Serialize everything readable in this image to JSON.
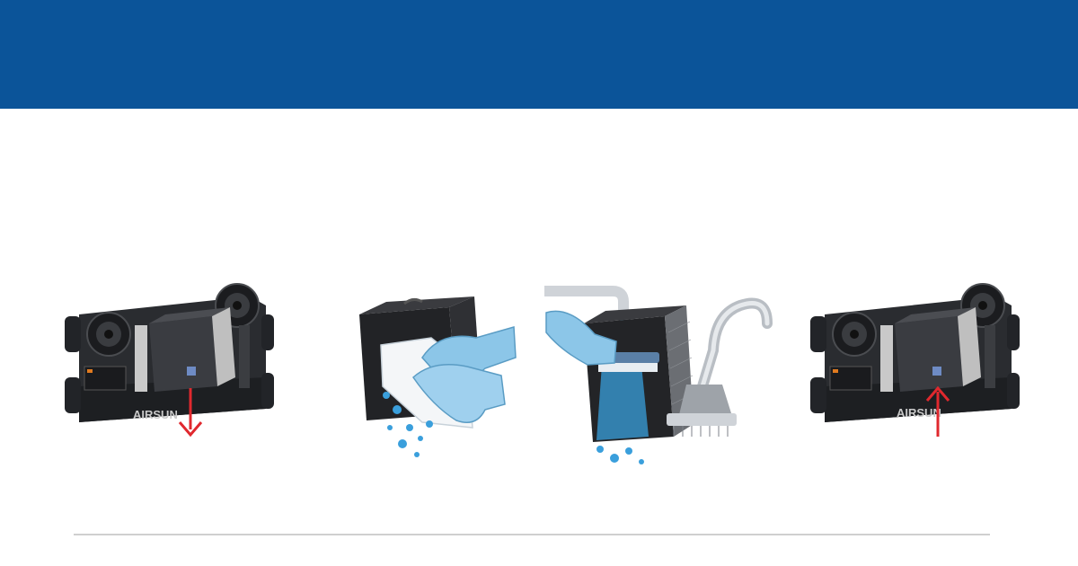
{
  "banner": {
    "color": "#0b5499"
  },
  "steps": [
    {
      "id": "remove-core",
      "icon": "unit-arrow-down-icon",
      "brand": "AIRSUN",
      "arrow_direction": "down"
    },
    {
      "id": "wipe-core",
      "icon": "gloved-hands-wiping-icon"
    },
    {
      "id": "rinse-core",
      "icon": "faucet-brush-vacuum-icon"
    },
    {
      "id": "reinsert-core",
      "icon": "unit-arrow-up-icon",
      "brand": "AIRSUN",
      "arrow_direction": "up"
    }
  ],
  "colors": {
    "unit_body": "#2a2c30",
    "arrow": "#e0282e",
    "glove": "#8cc6e8",
    "water": "#3a9fdc",
    "rule": "#cfcfcf"
  }
}
